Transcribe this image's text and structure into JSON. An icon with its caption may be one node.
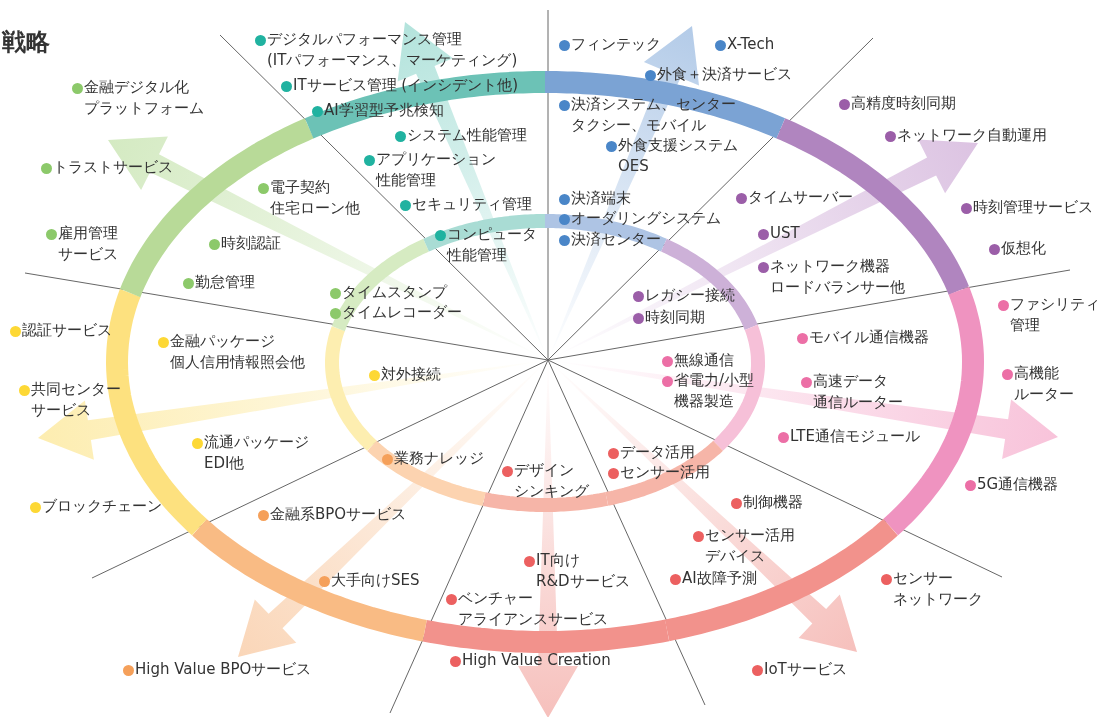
{
  "diagram": {
    "title": "戦略",
    "labels": [
      "デジタルパフォーマンス管理(ITパフォーマンス、マーケティング)",
      "ITサービス管理 (インシデント他)",
      "AI学習型予兆検知",
      "システム性能管理",
      "アプリケーション性能管理",
      "セキュリティ管理",
      "コンピュータ性能管理",
      "フィンテック",
      "X-Tech",
      "外食＋決済サービス",
      "決済システム、センタータクシー、モバイル",
      "外食支援システムOES",
      "決済端末",
      "オーダリングシステム",
      "決済センター",
      "高精度時刻同期",
      "ネットワーク自動運用",
      "タイムサーバー",
      "時刻管理サービス",
      "UST",
      "仮想化",
      "ネットワーク機器ロードバランサー他",
      "レガシー接続",
      "時刻同期",
      "ファシリティ管理",
      "モバイル通信機器",
      "無線通信",
      "省電力/小型機器製造",
      "高速データ通信ルーター",
      "高機能ルーター",
      "LTE通信モジュール",
      "5G通信機器",
      "データ活用",
      "センサー活用",
      "デザインシンキング",
      "制御機器",
      "センサー活用デバイス",
      "AI故障予測",
      "IT向けR&Dサービス",
      "センサーネットワーク",
      "ベンチャーアライアンスサービス",
      "High Value Creation",
      "IoTサービス",
      "業務ナレッジ",
      "金融系BPOサービス",
      "大手向けSES",
      "High Value BPOサービス",
      "認証サービス",
      "金融パッケージ個人信用情報照会他",
      "対外接続",
      "共同センターサービス",
      "流通パッケージEDI他",
      "ブロックチェーン",
      "金融デジタル化プラットフォーム",
      "トラストサービス",
      "電子契約住宅ローン他",
      "雇用管理サービス",
      "時刻認証",
      "勤怠管理",
      "タイムスタンプ",
      "タイムレコーダー"
    ]
  }
}
